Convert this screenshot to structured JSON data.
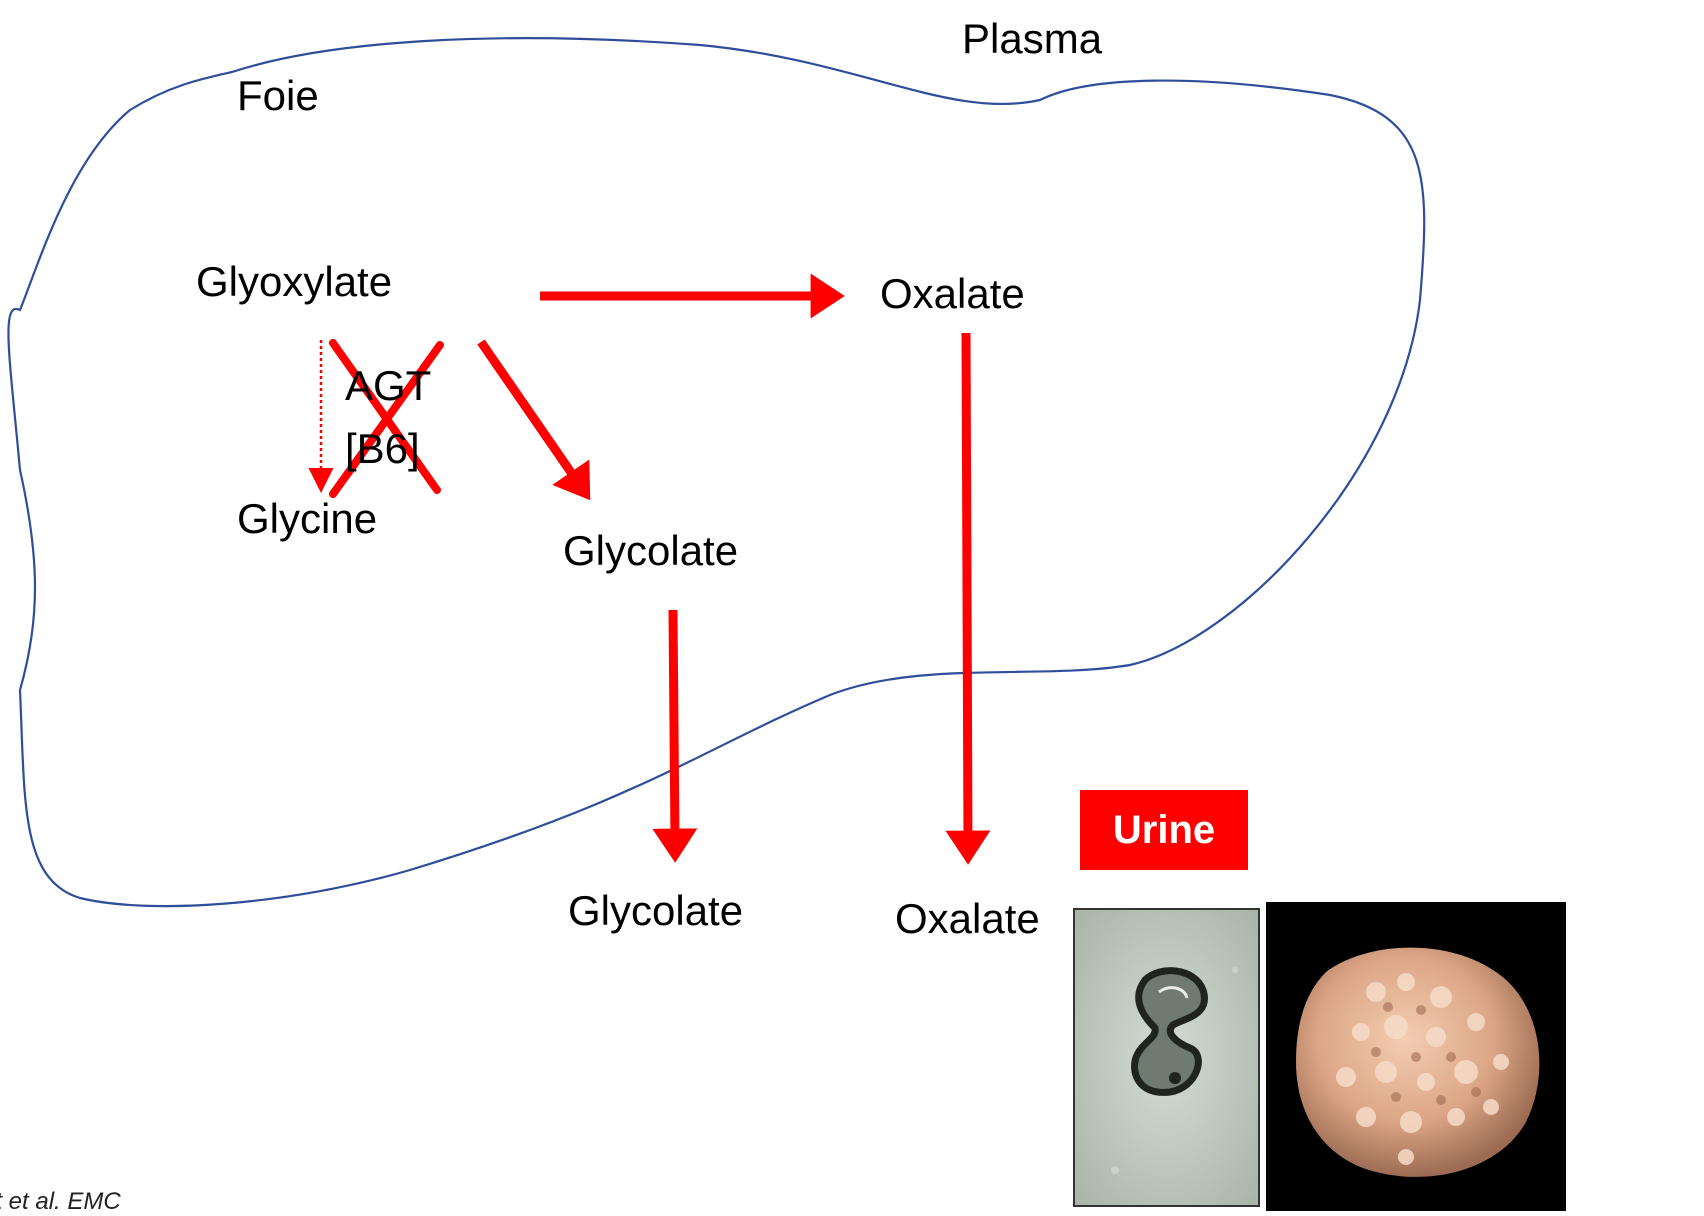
{
  "colors": {
    "arrow": "#ff0000",
    "outline": "#2f4e9a",
    "urine_bg": "#ff0000",
    "urine_text": "#ffffff"
  },
  "labels": {
    "plasma": "Plasma",
    "foie": "Foie",
    "glyoxylate": "Glyoxylate",
    "oxalate_liver": "Oxalate",
    "agt": "AGT",
    "b6": "[B6]",
    "glycine": "Glycine",
    "glycolate_liver": "Glycolate",
    "glycolate_out": "Glycolate",
    "oxalate_out": "Oxalate",
    "urine": "Urine"
  },
  "citation": "at et al. EMC",
  "icons": {
    "crystal": "calcium-oxalate-crystal-micrograph",
    "stone": "oxalate-kidney-stone-photo"
  }
}
